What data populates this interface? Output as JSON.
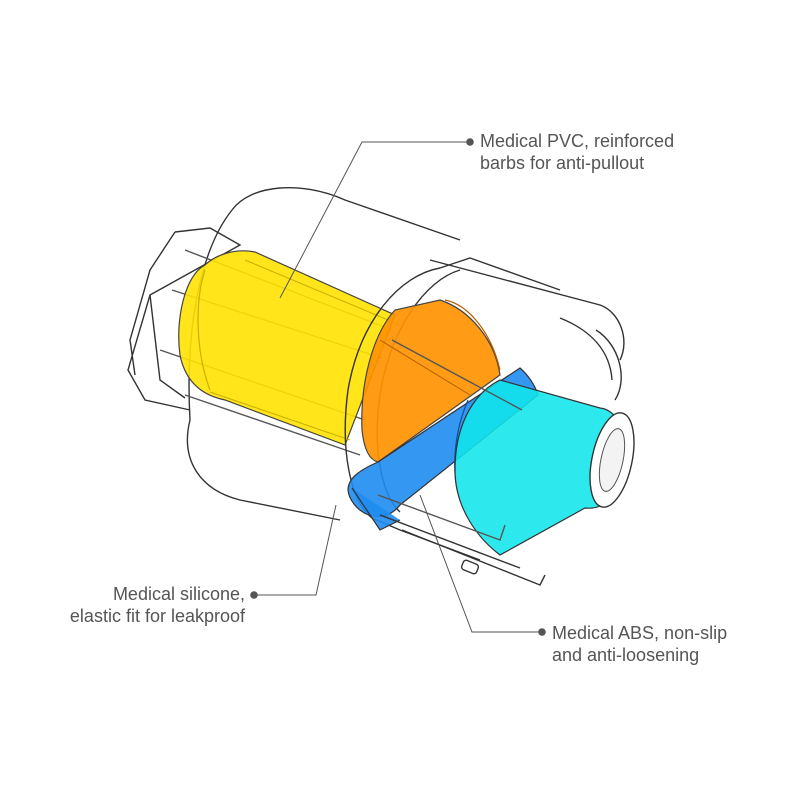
{
  "callouts": {
    "pvc": {
      "line1": "Medical PVC, reinforced",
      "line2": "barbs for anti-pullout",
      "color": "#FFE200"
    },
    "silicone": {
      "line1": "Medical silicone,",
      "line2": "elastic fit for leakproof",
      "color": "#FF9200"
    },
    "abs": {
      "line1": "Medical ABS, non-slip",
      "line2": "and anti-loosening",
      "color": "#1E8CF0"
    }
  },
  "colors": {
    "outline": "#333333",
    "leader_line": "#555555",
    "cyan_tube": "#10E6EA",
    "text": "#555555"
  }
}
